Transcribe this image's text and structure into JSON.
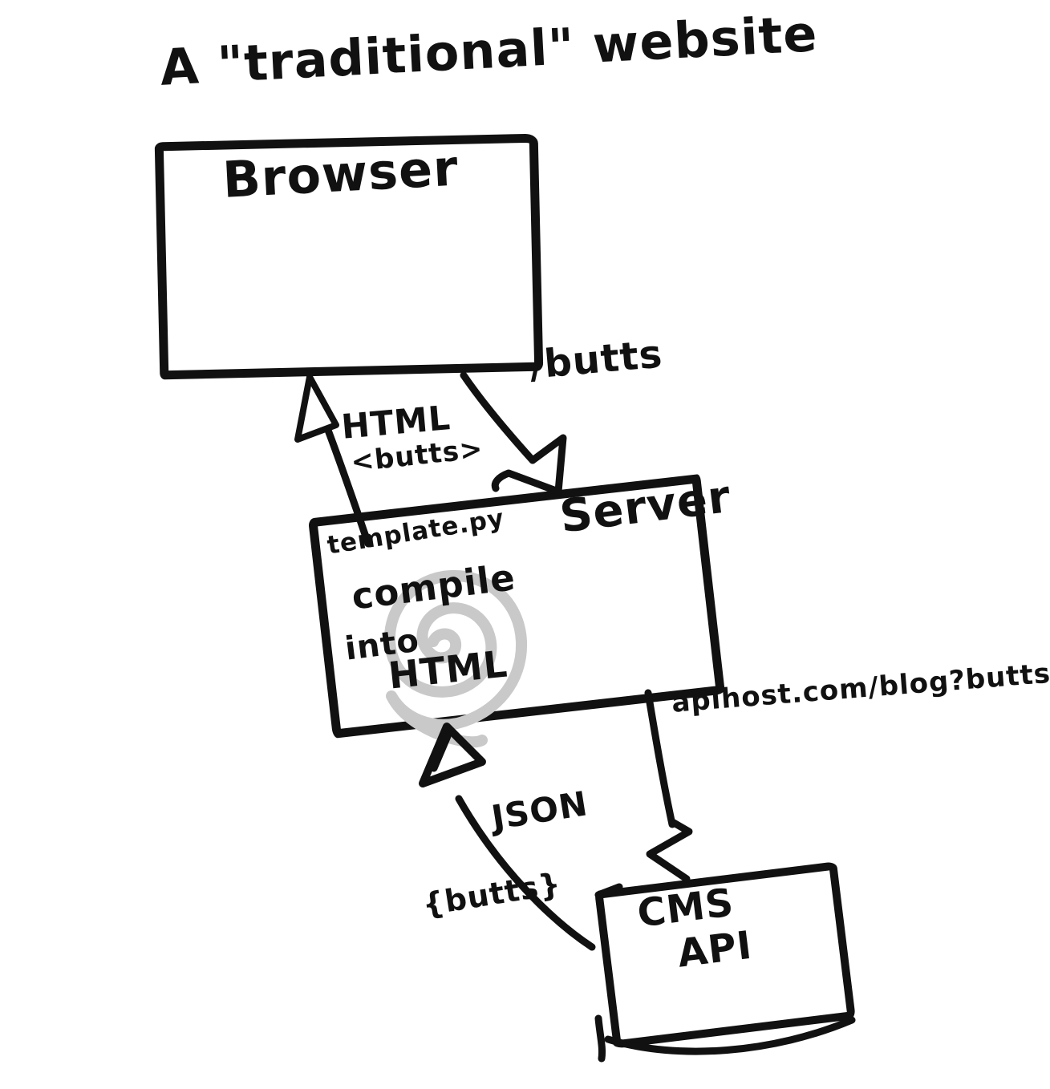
{
  "colors": {
    "ink": "#111111",
    "spiral_gray": "#c9c9c9",
    "background": "#ffffff"
  },
  "title": "A \"traditional\" website",
  "nodes": {
    "browser": {
      "label": "Browser"
    },
    "server": {
      "label": "Server",
      "template_file": "template.py",
      "note": {
        "line1": "compile",
        "line2": "into",
        "line3": "HTML"
      }
    },
    "cms": {
      "line1": "CMS",
      "line2": "API"
    }
  },
  "edges": {
    "browser_to_server": {
      "label": "/butts"
    },
    "server_to_browser": {
      "line1": "HTML",
      "line2": "<butts>"
    },
    "server_to_cms": {
      "label": "apihost.com/blog?butts"
    },
    "cms_to_server": {
      "label": "JSON",
      "payload": "{butts}"
    }
  },
  "icons": {
    "spiral": "spiral-doodle"
  }
}
